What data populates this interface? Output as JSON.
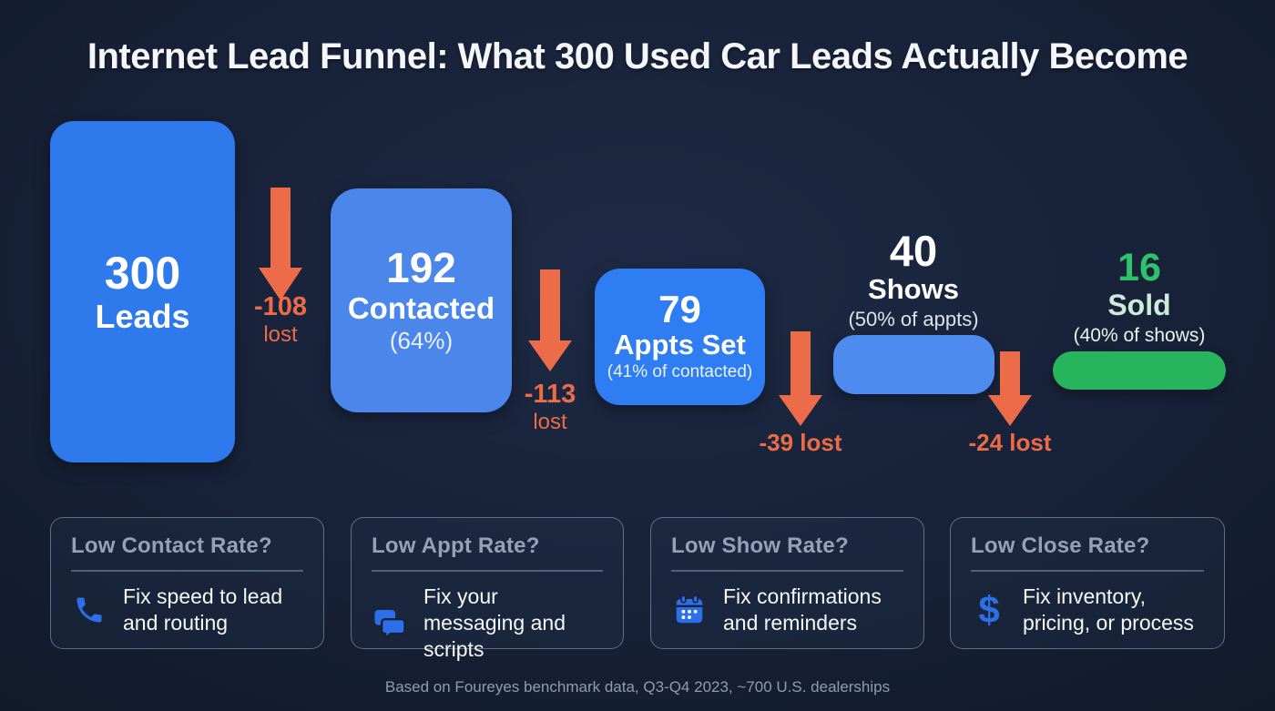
{
  "title": "Internet Lead Funnel: What 300 Used Car Leads Actually Become",
  "footer": "Based on Foureyes benchmark data, Q3-Q4 2023, ~700 U.S. dealerships",
  "colors": {
    "background": "#172138",
    "stage_blue_primary": "#2e79ec",
    "stage_blue_light": "#4b86ea",
    "stage_blue_bright": "#2e7df2",
    "shows_pill_blue": "#4d8bee",
    "sold_green": "#27b45d",
    "sold_number_green": "#2ec26a",
    "loss_orange": "#ec6c48",
    "card_title_gray": "#94a1b8",
    "card_icon_blue": "#2d6fe8",
    "text_white": "#f5f7fa"
  },
  "chart_data": {
    "type": "funnel",
    "title": "Internet Lead Funnel: What 300 Used Car Leads Actually Become",
    "stages": [
      {
        "value": "300",
        "label": "Leads",
        "sub": ""
      },
      {
        "value": "192",
        "label": "Contacted",
        "sub": "(64%)"
      },
      {
        "value": "79",
        "label": "Appts Set",
        "sub": "(41% of contacted)"
      },
      {
        "value": "40",
        "label": "Shows",
        "sub": "(50% of appts)"
      },
      {
        "value": "16",
        "label": "Sold",
        "sub": "(40% of shows)"
      }
    ],
    "losses": [
      {
        "num": "-108",
        "word": "lost"
      },
      {
        "num": "-113",
        "word": "lost"
      },
      {
        "text": "-39 lost"
      },
      {
        "text": "-24 lost"
      }
    ],
    "source_note": "Based on Foureyes benchmark data, Q3-Q4 2023, ~700 U.S. dealerships"
  },
  "cards": [
    {
      "title": "Low Contact Rate?",
      "icon": "phone-icon",
      "text": "Fix speed to lead and routing"
    },
    {
      "title": "Low Appt Rate?",
      "icon": "chat-icon",
      "text": "Fix your messaging and scripts"
    },
    {
      "title": "Low Show Rate?",
      "icon": "calendar-icon",
      "text": "Fix confirmations and reminders"
    },
    {
      "title": "Low Close Rate?",
      "icon": "dollar-icon",
      "text": "Fix inventory, pricing, or process"
    }
  ],
  "icons": {
    "dollar_glyph": "$"
  }
}
